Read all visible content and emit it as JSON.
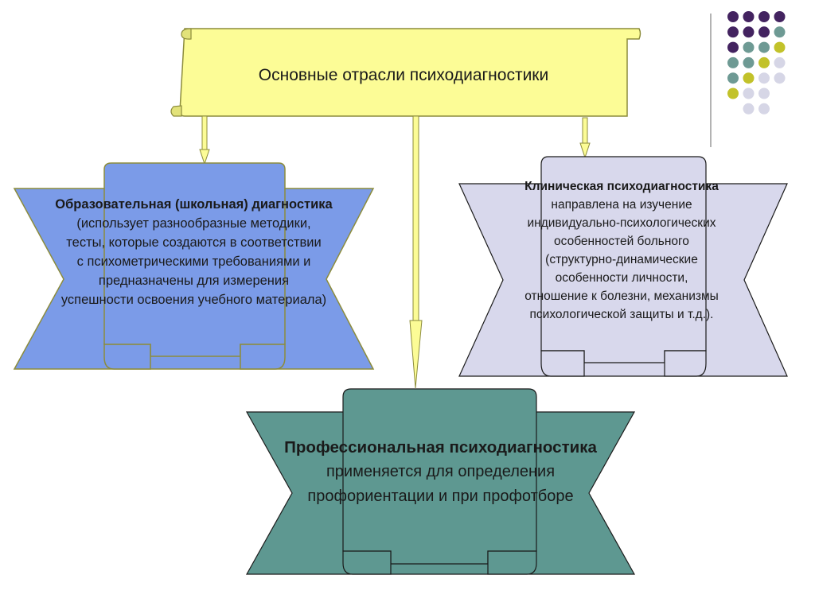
{
  "title": "Основные отрасли психодиагностики",
  "branches": [
    {
      "heading": "Образовательная (школьная) диагностика",
      "lines": [
        "(использует разнообразные методики,",
        "тесты, которые создаются в соответствии",
        "с психометрическими требованиями и",
        "предназначены для измерения",
        "успешности освоения учебного материала)"
      ]
    },
    {
      "heading": "Клиническая психодиагностика",
      "lines": [
        "направлена на изучение",
        "индивидуально-психологических",
        "особенностей больного",
        "(структурно-динамические",
        "особенности личности,",
        "отношение к болезни, механизмы",
        "психологической защиты и т.д.)."
      ]
    },
    {
      "heading": "Профессиональная психодиагностика",
      "lines": [
        "применяется для определения",
        "профориентации и при профотборе"
      ]
    }
  ],
  "colors": {
    "title_scroll": "#fcfc96",
    "educational": "#7b9be8",
    "clinical": "#d8d8ec",
    "professional": "#5e9891",
    "outline": "#8c8c3c",
    "dark_outline": "#1a1a1a",
    "dots": [
      "#432360",
      "#6e9a94",
      "#c2c22a",
      "#d6d6e6"
    ]
  },
  "decor": {
    "dot_grid": [
      [
        0,
        0,
        0,
        0
      ],
      [
        0,
        0,
        0,
        1
      ],
      [
        0,
        1,
        1,
        2
      ],
      [
        1,
        1,
        2,
        3
      ],
      [
        1,
        2,
        3,
        3
      ],
      [
        2,
        3,
        3,
        -1
      ],
      [
        -1,
        3,
        3,
        -1
      ]
    ]
  }
}
